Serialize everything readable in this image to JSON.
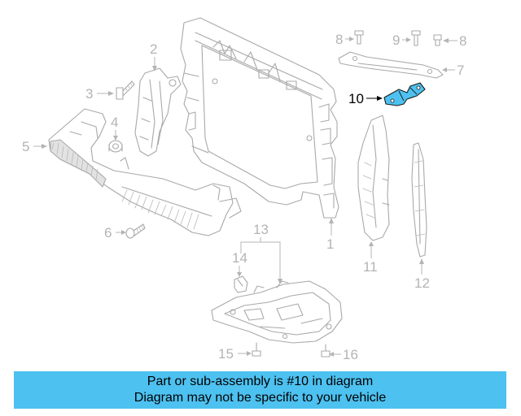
{
  "diagram": {
    "callouts": {
      "c1": "1",
      "c2": "2",
      "c3": "3",
      "c4": "4",
      "c5": "5",
      "c6": "6",
      "c7": "7",
      "c8a": "8",
      "c8b": "8",
      "c9": "9",
      "c10": "10",
      "c11": "11",
      "c12": "12",
      "c13": "13",
      "c14": "14",
      "c15": "15",
      "c16": "16"
    },
    "highlighted_part": "10",
    "highlight_color": "#4dc1f0",
    "line_color": "#a9a9a9"
  },
  "banner": {
    "line1": "Part or sub-assembly is #10 in diagram",
    "line2": "Diagram may not be specific to your vehicle",
    "background": "#4dc1f0"
  }
}
